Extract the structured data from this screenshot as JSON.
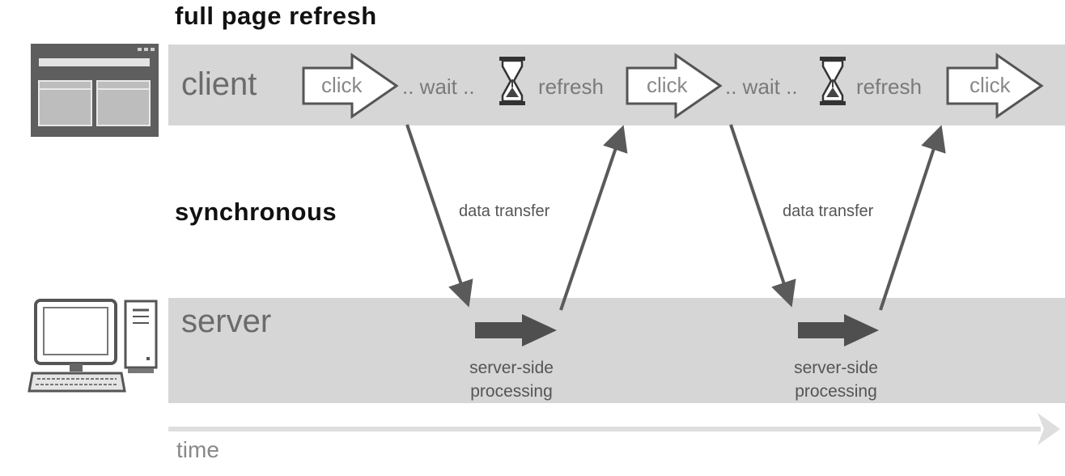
{
  "title": "full page refresh",
  "mode_label": "synchronous",
  "client": {
    "label": "client",
    "sequence": [
      {
        "kind": "click",
        "text": "click"
      },
      {
        "kind": "wait",
        "text": ".. wait .."
      },
      {
        "kind": "icon",
        "icon": "hourglass-icon"
      },
      {
        "kind": "refresh",
        "text": "refresh"
      },
      {
        "kind": "click",
        "text": "click"
      },
      {
        "kind": "wait",
        "text": ".. wait .."
      },
      {
        "kind": "icon",
        "icon": "hourglass-icon"
      },
      {
        "kind": "refresh",
        "text": "refresh"
      },
      {
        "kind": "click",
        "text": "click"
      }
    ],
    "icon": "browser-window-icon"
  },
  "server": {
    "label": "server",
    "icon": "desktop-computer-icon",
    "processing": [
      {
        "text_line1": "server-side",
        "text_line2": "processing"
      },
      {
        "text_line1": "server-side",
        "text_line2": "processing"
      }
    ]
  },
  "transfers": [
    {
      "label": "data transfer"
    },
    {
      "label": "data transfer"
    }
  ],
  "time_axis": {
    "label": "time"
  },
  "colors": {
    "band": "#d6d6d6",
    "arrow_dark": "#5a5a5a",
    "label_gray": "#6b6b6b",
    "time_arrow": "#dedede"
  }
}
